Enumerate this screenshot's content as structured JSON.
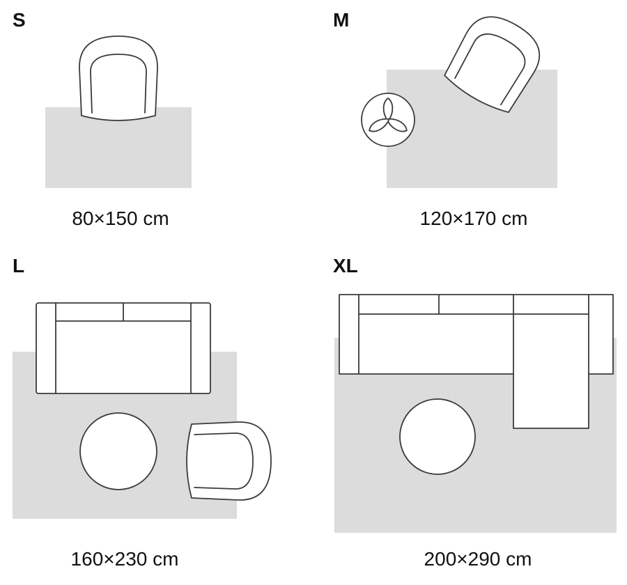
{
  "colors": {
    "rug": "#dcdcdc",
    "furniture_fill": "#ffffff",
    "outline": "#3a3a3a",
    "text": "#111111"
  },
  "sizes": [
    {
      "id": "S",
      "label": "S",
      "dimensions": "80×150 cm",
      "furniture": [
        "armchair"
      ]
    },
    {
      "id": "M",
      "label": "M",
      "dimensions": "120×170 cm",
      "furniture": [
        "armchair",
        "plant"
      ]
    },
    {
      "id": "L",
      "label": "L",
      "dimensions": "160×230 cm",
      "furniture": [
        "sofa",
        "ottoman",
        "armchair"
      ]
    },
    {
      "id": "XL",
      "label": "XL",
      "dimensions": "200×290 cm",
      "furniture": [
        "sectional-sofa",
        "ottoman"
      ]
    }
  ]
}
